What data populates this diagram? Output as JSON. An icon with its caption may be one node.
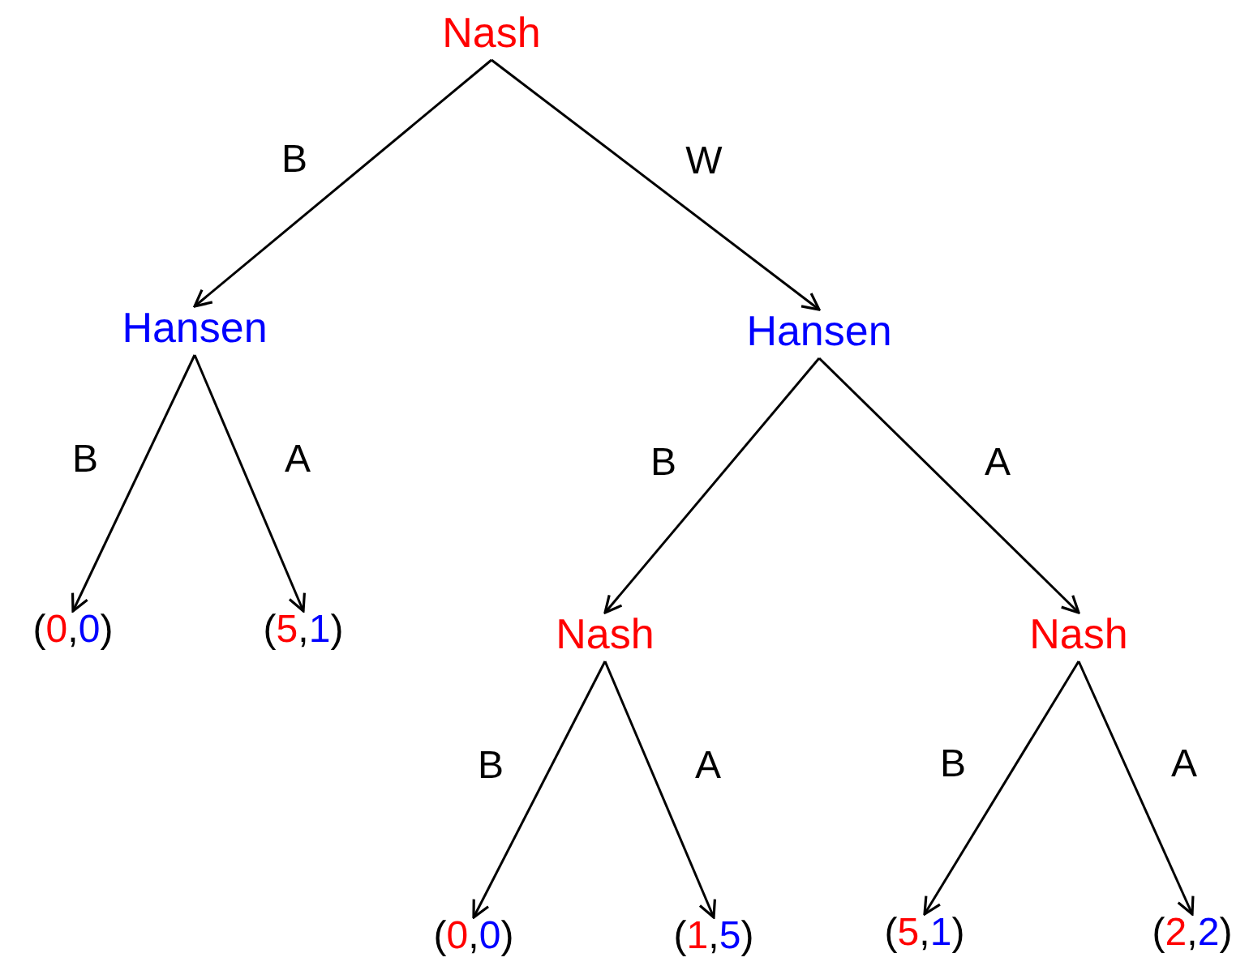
{
  "diagram": {
    "nodes": [
      {
        "text": [
          "Nash"
        ]
      },
      {
        "text": [
          "Hansen"
        ]
      },
      {
        "text": [
          "Hansen"
        ]
      },
      {
        "text": [
          "(0,0)"
        ]
      },
      {
        "text": [
          "(5,1)"
        ]
      },
      {
        "text": [
          "Nash"
        ]
      },
      {
        "text": [
          "Nash"
        ]
      },
      {
        "text": [
          "(0,0)"
        ]
      },
      {
        "text": [
          "(1,5)"
        ]
      },
      {
        "text": [
          "(5,1)"
        ]
      },
      {
        "text": [
          "(2,2)"
        ]
      }
    ],
    "edges": [
      {
        "from": 0,
        "to": 1,
        "arrow": "to",
        "label": "B"
      },
      {
        "from": 0,
        "to": 2,
        "arrow": "to",
        "label": "W"
      },
      {
        "from": 1,
        "to": 3,
        "arrow": "to",
        "label": "B"
      },
      {
        "from": 1,
        "to": 4,
        "arrow": "to",
        "label": "A"
      },
      {
        "from": 2,
        "to": 5,
        "arrow": "to",
        "label": "B"
      },
      {
        "from": 2,
        "to": 6,
        "arrow": "to",
        "label": "A"
      },
      {
        "from": 5,
        "to": 7,
        "arrow": "to",
        "label": "B"
      },
      {
        "from": 5,
        "to": 8,
        "arrow": "to",
        "label": "A"
      },
      {
        "from": 6,
        "to": 9,
        "arrow": "to",
        "label": "B"
      },
      {
        "from": 6,
        "to": 10,
        "arrow": "to",
        "label": "A"
      }
    ]
  }
}
